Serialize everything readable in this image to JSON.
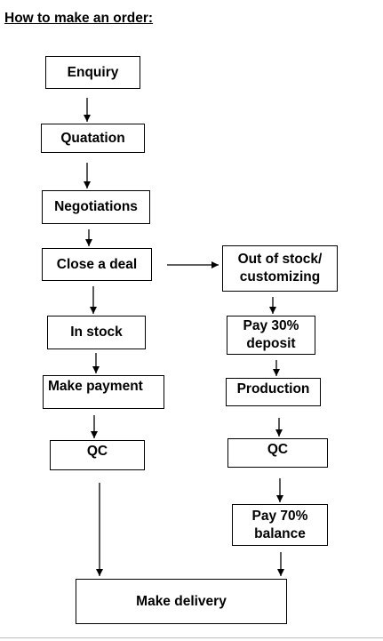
{
  "title": "How to make an order:",
  "steps": {
    "enquiry": "Enquiry",
    "quotation": "Quatation",
    "negotiations": "Negotiations",
    "close_deal": "Close a deal",
    "out_of_stock": "Out of stock/\ncustomizing",
    "in_stock": "In stock",
    "pay_deposit": "Pay 30%\ndeposit",
    "make_payment": "Make payment",
    "production": "Production",
    "qc_left": "QC",
    "qc_right": "QC",
    "pay_balance": "Pay 70%\nbalance",
    "make_delivery": "Make delivery"
  }
}
